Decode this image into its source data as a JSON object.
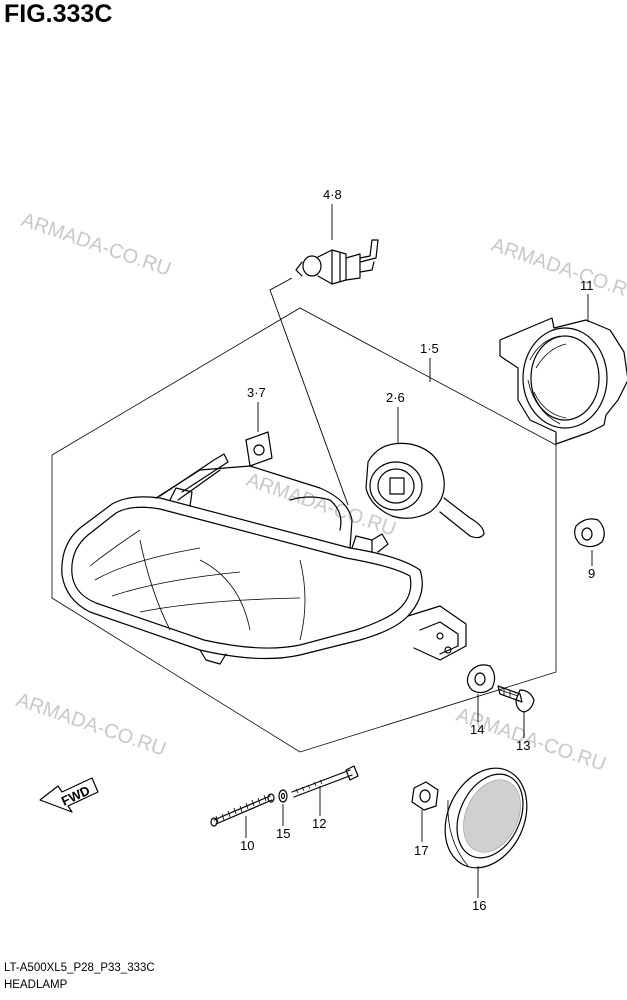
{
  "figure": {
    "title": "FIG.333C",
    "footer_code": "LT-A500XL5_P28_P33_333C",
    "footer_name": "HEADLAMP"
  },
  "watermark": "ARMADA-CO.RU",
  "fwd_label": "FWD",
  "callouts": {
    "c48": "4·8",
    "c15": "1·5",
    "c37": "3·7",
    "c26": "2·6",
    "c11": "11",
    "c9": "9",
    "c14": "14",
    "c13": "13",
    "c10": "10",
    "c15b": "15",
    "c12": "12",
    "c17": "17",
    "c16": "16"
  }
}
